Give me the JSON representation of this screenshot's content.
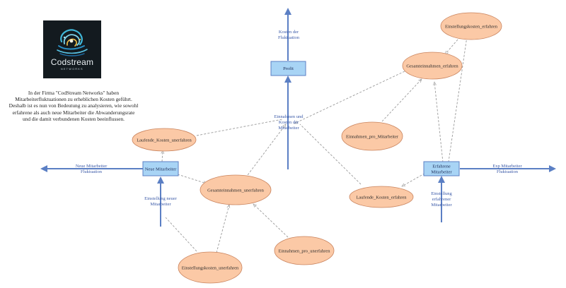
{
  "logo": {
    "name": "Codstream",
    "sub": "NETWORKS"
  },
  "description": "In der Firma \"CodStream Networks\" haben Mitarbeiterfluktuationen zu erheblichen Kosten geführt. Deshalb ist es nun von Bedeutung zu analysieren, wie sowohl erfahrene als auch neue Mitarbeiter die Abwanderungsrate und die damit verbundenen Kosten beeinflussen.",
  "stocks": {
    "profit": "Profit",
    "neue": "Neue Mitarbeiter",
    "erfahrene": [
      "Erfahrene",
      "Mitarbeiter"
    ]
  },
  "flows": {
    "kosten_fluktuation": [
      "Kosten der",
      "Fluktuation"
    ],
    "einnahmen_kosten": [
      "Einnahmen und",
      "Kosten der",
      "Mitarbeiter"
    ],
    "neue_fluktuation": [
      "Neue Mitarbeiter",
      "Fluktuation"
    ],
    "einstellung_neuer": [
      "Einstellung neuer",
      "Mitarbeiter"
    ],
    "exp_fluktuation": [
      "Exp Mitarbeiter",
      "Fluktuation"
    ],
    "einstellung_erfahrener": [
      "Einstellung",
      "erfahrener",
      "Mitarbeiter"
    ]
  },
  "variables": {
    "einstellungskosten_erfahren": "Einstellungskosten_erfahren",
    "gesamteinnahmen_erfahren": "Gesamteinnahmen_erfahren",
    "einnahmen_pro_mitarbeiter": "Einnahmen_pro_Mitarbeiter",
    "laufende_kosten_unerfahren": "Laufende_Kosten_unerfahren",
    "gesamteinnahmen_unerfahren": "Gesamteinnahmen_unerfahren",
    "laufende_kosten_erfahren": "Laufende_Kosten_erfahren",
    "einnahmen_pro_unerfahren": "Einnahmen_pro_unerfahren",
    "einstellungskosten_unerfahren": "Einstellungskosten_unerfahren"
  },
  "colors": {
    "flow": "#5b7fc4",
    "stock_fill": "#a8d4f5",
    "stock_stroke": "#5b7fc4",
    "variable_fill": "#fbc9a6",
    "variable_stroke": "#c9835d",
    "link": "#9a9a9a"
  }
}
